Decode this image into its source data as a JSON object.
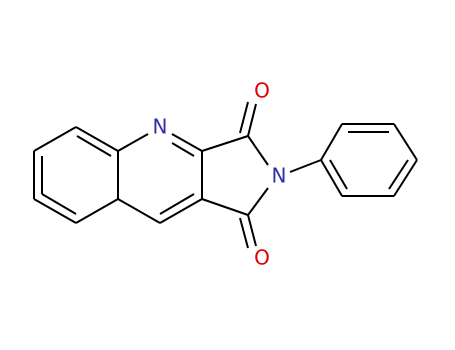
{
  "molecule": {
    "colors": {
      "bond": "#000000",
      "nitrogen": "#3030a0",
      "oxygen": "#e00000",
      "background": "#ffffff"
    },
    "atoms": {
      "n_ring": "N",
      "n_imide": "N",
      "o_top": "O",
      "o_bottom": "O"
    }
  }
}
